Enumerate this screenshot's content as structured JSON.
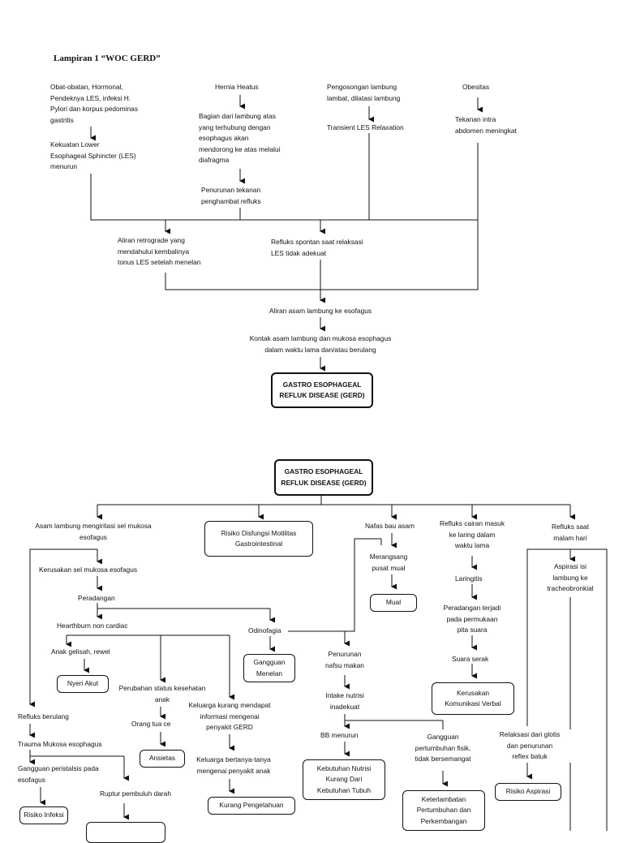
{
  "title": "Lampiran 1 “WOC GERD”",
  "top_section": {
    "col1": {
      "cause": "Obat-obatan, Hormonal,\nPendeknya LES, infeksi H.\nPylori dan korpus pedominas\ngastritis",
      "effect": "Kekuatan Lower\nEsophageal Sphincter (LES)\nmenurun"
    },
    "col2": {
      "cause": "Hernia Heatus",
      "mid": "Bagian dari lambung atas\nyang terhubung dengan\nesophagus akan\nmendorong ke atas melalui\ndiafragma",
      "effect": "Penurunan tekanan\npenghambat refluks"
    },
    "col3": {
      "cause": "Pengosongan lambung\nlambat, dilatasi lambung",
      "effect": "Transient LES Relaxation"
    },
    "col4": {
      "cause": "Obesitas",
      "effect": "Tekanan intra\nabdomen meningkat"
    },
    "aliran_retrograde": "Aliran retrograde yang\nmendahului kembalinya\ntonus LES setelah menelan",
    "refluks_spontan": "Refluks spontan saat relaksasi\nLES tidak adekuat",
    "aliran_asam": "Aliran asam lambung ke esofagus",
    "kontak_asam": "Kontak asam lambung dan mukosa esophagus\ndalam waktu lama dan/atau berulang",
    "gerd_box": "GASTRO ESOPHAGEAL\nREFLUK DISEASE (GERD)"
  },
  "bottom_section": {
    "gerd_box": "GASTRO ESOPHAGEAL\nREFLUK DISEASE (GERD)",
    "branch1": {
      "asam": "Asam lambung mengiritasi sel mukosa\nesofagus",
      "kerusakan": "Kerusakan sel mukosa esofagus",
      "peradangan": "Peradangan",
      "heartburn": "Hearthburn non cardiac",
      "odinofagia": "Odinofagia",
      "gangguan_menelan": "Gangguan\nMenelan",
      "anak_gelisah": "Anak gelisah, rewel",
      "nyeri_akut": "Nyeri Akut",
      "perubahan_status": "Perubahan status kesehatan\nanak",
      "orang_tua": "Orang tua ce",
      "ansietas": "Ansietas",
      "keluarga_kurang": "Keluarga kurang mendapat\ninformasi mengenai\npenyakit GERD",
      "keluarga_bertanya": "Keluarga bertanya-tanya\nmengenai penyakit anak",
      "kurang_pengetahuan": "Kurang Pengetahuan",
      "refluks_berulang": "Refluks berulang",
      "trauma": "Trauma Mukosa esophagus",
      "gangguan_peristalsis": "Gangguan peristalsis pada\nesofagus",
      "risiko_infeksi": "Risiko Infeksi",
      "ruptur": "Ruptur pembuluh darah"
    },
    "branch2": {
      "risiko_disfungsi": "Risiko Disfungsi Motilitas\nGastrointestinal"
    },
    "branch3": {
      "nafas": "Nafas bau asam",
      "merangsang": "Merangsang\npusat mual",
      "mual": "Mual",
      "penurunan_nafsu": "Penurunan\nnafsu makan",
      "intake": "Intake nutrisi\ninadekuat",
      "bb_menurun": "BB menurun",
      "kebutuhan_nutrisi": "Kebutuhan Nutrisi\nKurang Dari\nKebutuhan Tubuh",
      "gangguan_pertumbuhan": "Gangguan\npertumbuhan fisik,\ntidak bersemangat",
      "keterlambatan": "Keterlambatan\nPertumbuhan dan\nPerkembangan"
    },
    "branch4": {
      "refluks_cairan": "Refluks cairan masuk\nke laring dalam\nwaktu lama",
      "laringitis": "Laringitis",
      "peradangan_pita": "Peradangan terjadi\npada permukaan\npita suara",
      "suara_serak": "Suara serak",
      "kerusakan_komunikasi": "Kerusakan\nKomunikasi Verbal"
    },
    "branch5": {
      "refluks_malam": "Refluks saat\nmalam hari",
      "aspirasi": "Aspirasi isi\nlambung ke\ntracheobronkial",
      "relaksasi_glotis": "Relaksasi dari glotis\ndan penurunan\nreflex batuk",
      "risiko_aspirasi": "Risiko Aspirasi"
    }
  }
}
